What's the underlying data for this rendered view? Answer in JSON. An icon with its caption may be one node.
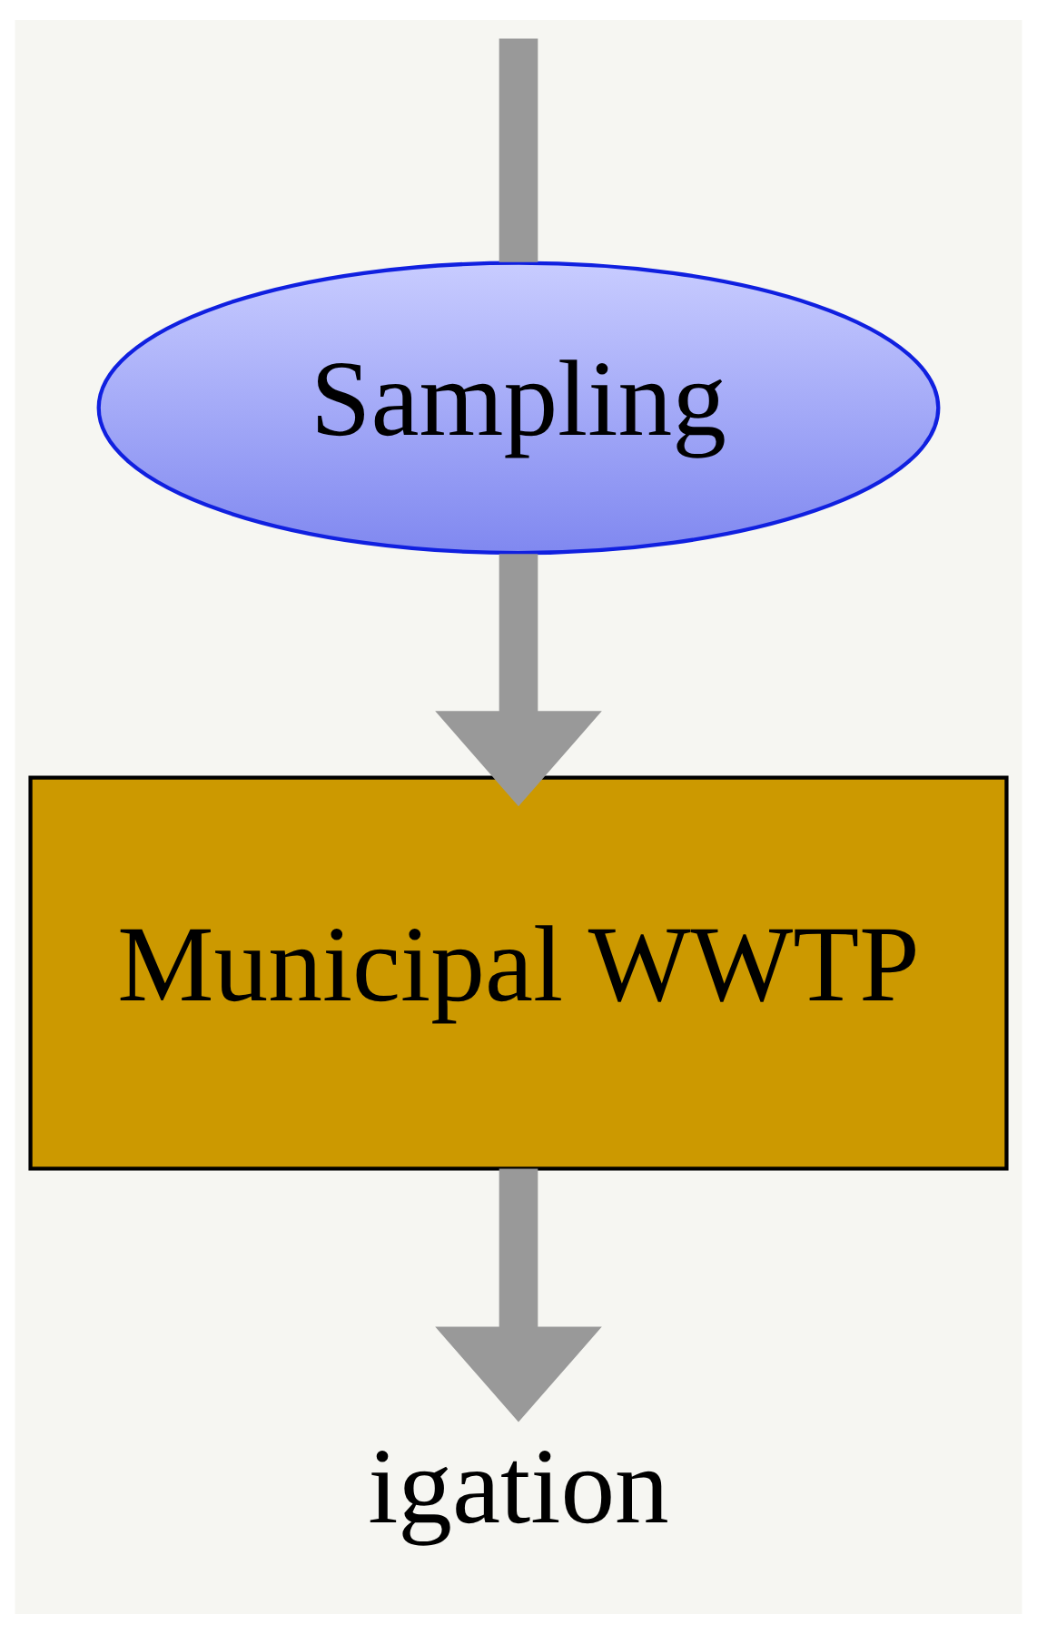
{
  "diagram": {
    "nodes": [
      {
        "text": [
          "Sampling"
        ]
      },
      {
        "text": [
          "Municipal WWTP"
        ]
      },
      {
        "text": [
          "igation"
        ]
      }
    ],
    "edges": [
      {
        "from": null,
        "to": 0,
        "arrow": "none"
      },
      {
        "from": 0,
        "to": 1,
        "arrow": "to"
      },
      {
        "from": 1,
        "to": 2,
        "arrow": "to"
      }
    ]
  }
}
